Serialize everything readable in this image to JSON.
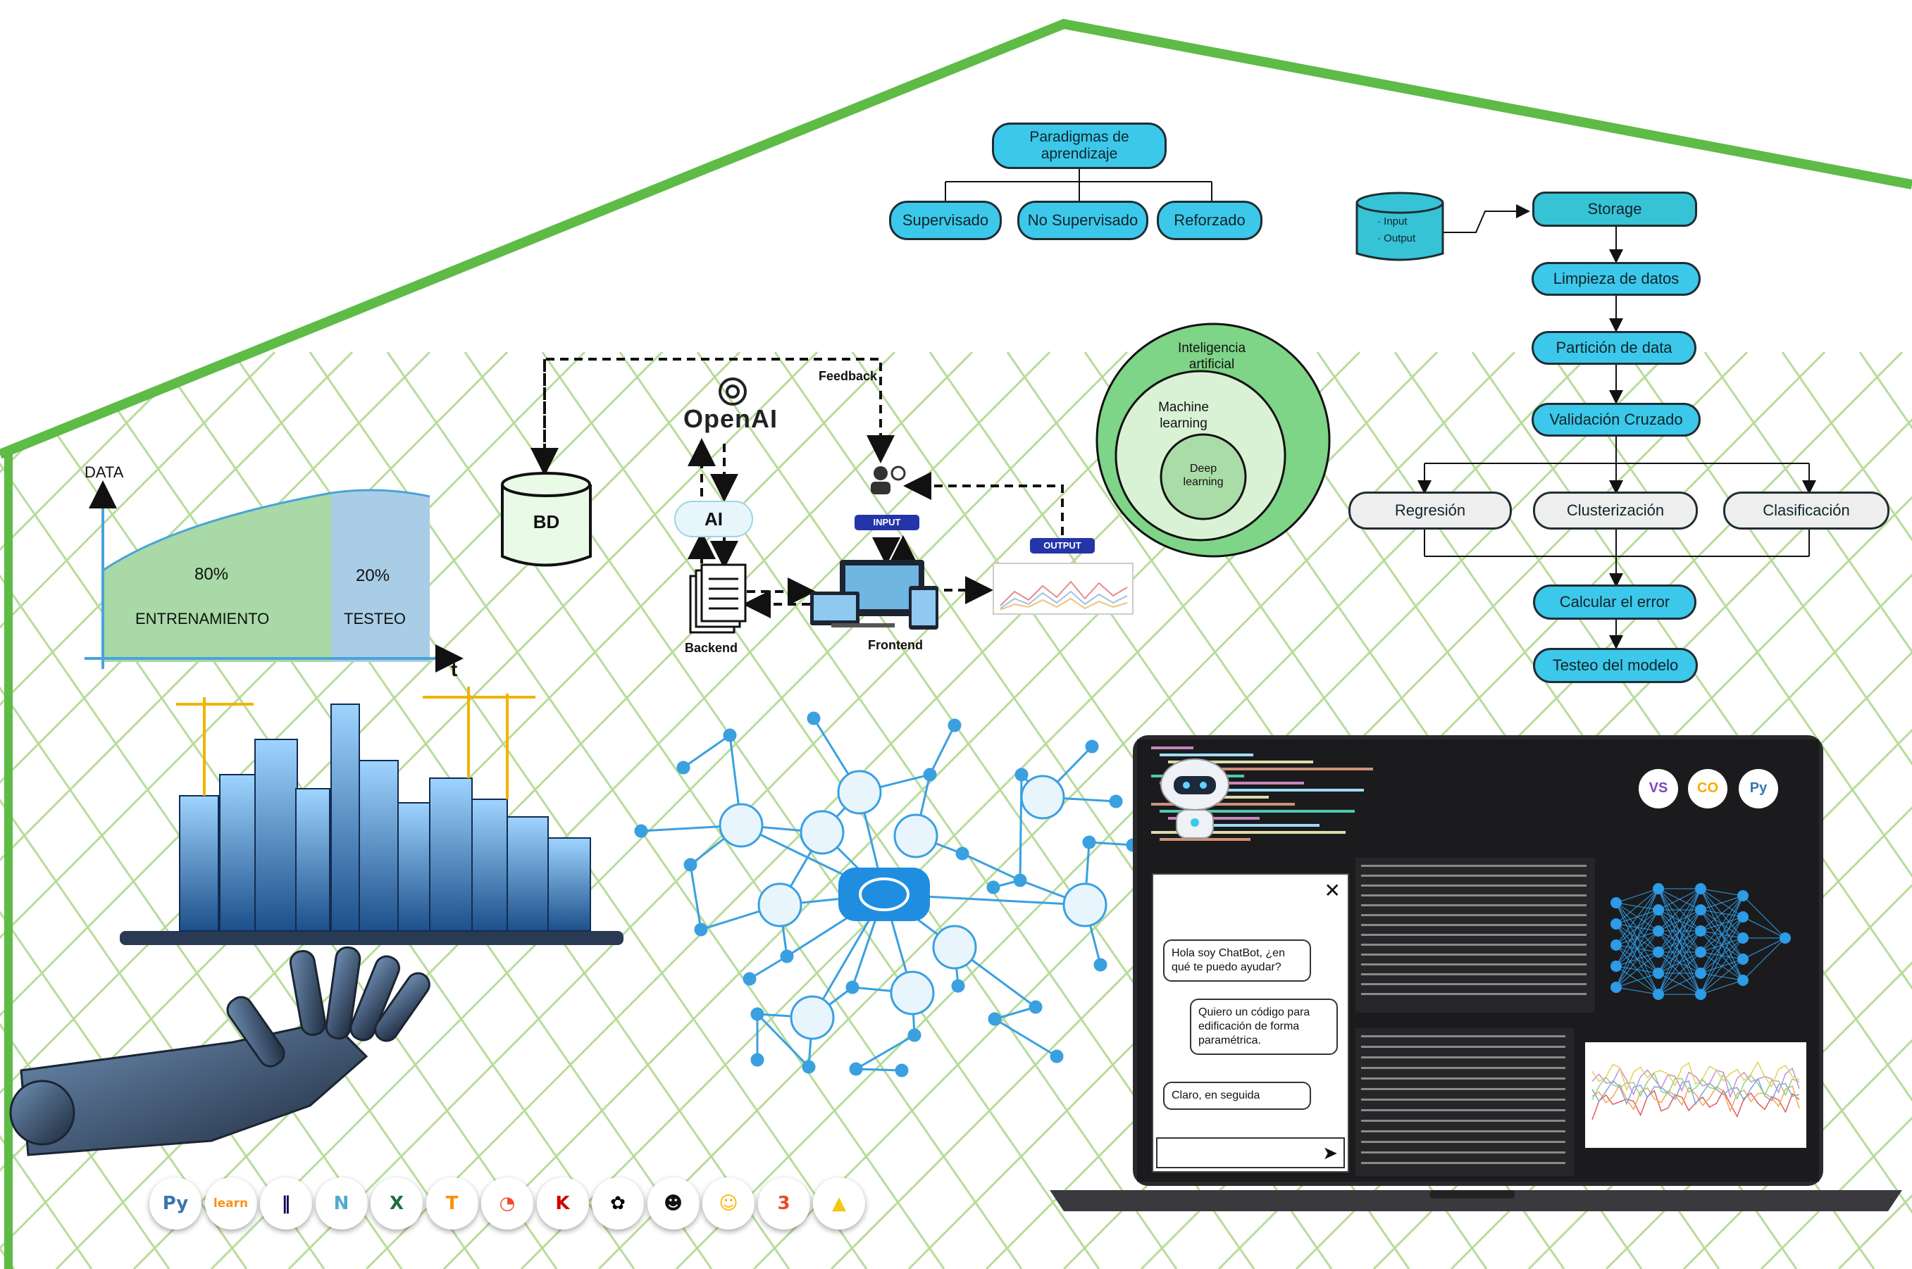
{
  "paradigms": {
    "title": "Paradigmas de aprendizaje",
    "items": [
      "Supervisado",
      "No Supervisado",
      "Reforzado"
    ]
  },
  "split_chart": {
    "y_label": "DATA",
    "x_label": "t",
    "train_pct": "80%",
    "train_label": "ENTRENAMIENTO",
    "test_pct": "20%",
    "test_label": "TESTEO"
  },
  "architecture": {
    "feedback": "Feedback",
    "openai": "OpenAI",
    "ai": "AI",
    "bd": "BD",
    "backend": "Backend",
    "frontend": "Frontend",
    "input": "INPUT",
    "output": "OUTPUT"
  },
  "ai_circles": {
    "outer": "Inteligencia artificial",
    "middle": "Machine learning",
    "inner": "Deep learning"
  },
  "pipeline": {
    "db_items": [
      "· Input",
      "· Output"
    ],
    "storage": "Storage",
    "cleaning": "Limpieza de datos",
    "partition": "Partición de data",
    "cross_validation": "Validación Cruzado",
    "regression": "Regresión",
    "clustering": "Clusterización",
    "classification": "Clasificación",
    "error": "Calcular el error",
    "test": "Testeo del modelo"
  },
  "chat": {
    "close": "✕",
    "bot_greeting": "Hola soy ChatBot, ¿en qué te puedo ayudar?",
    "user_message": "Quiero un código para edificación de forma paramétrica.",
    "bot_reply": "Claro, en seguida",
    "input_placeholder": "",
    "send": "➤"
  },
  "laptop_logos": [
    "VS",
    "CO",
    "Py"
  ],
  "tool_icons": [
    {
      "name": "python-icon",
      "glyph": "Py",
      "color": "#3776ab"
    },
    {
      "name": "scikit-learn-icon",
      "glyph": "learn",
      "color": "#f7931e"
    },
    {
      "name": "pandas-icon",
      "glyph": "‖",
      "color": "#150458"
    },
    {
      "name": "numpy-icon",
      "glyph": "N",
      "color": "#4dabcf"
    },
    {
      "name": "excel-icon",
      "glyph": "X",
      "color": "#1d6f42"
    },
    {
      "name": "tensorflow-icon",
      "glyph": "T",
      "color": "#ff8f00"
    },
    {
      "name": "pytorch-icon",
      "glyph": "◔",
      "color": "#ee4c2c"
    },
    {
      "name": "keras-icon",
      "glyph": "K",
      "color": "#d00000"
    },
    {
      "name": "openai-icon",
      "glyph": "✿",
      "color": "#000000"
    },
    {
      "name": "robot-icon",
      "glyph": "☻",
      "color": "#111111"
    },
    {
      "name": "huggingface-icon",
      "glyph": "☺",
      "color": "#ffb000"
    },
    {
      "name": "css3-icon",
      "glyph": "3",
      "color": "#e44d26"
    },
    {
      "name": "power-bi-icon",
      "glyph": "▲",
      "color": "#f2c811"
    }
  ],
  "colors": {
    "accent": "#3cc8ea",
    "grid": "#b8dc9a",
    "roof": "#5dbb46",
    "ai_circle": "#7ed487"
  }
}
